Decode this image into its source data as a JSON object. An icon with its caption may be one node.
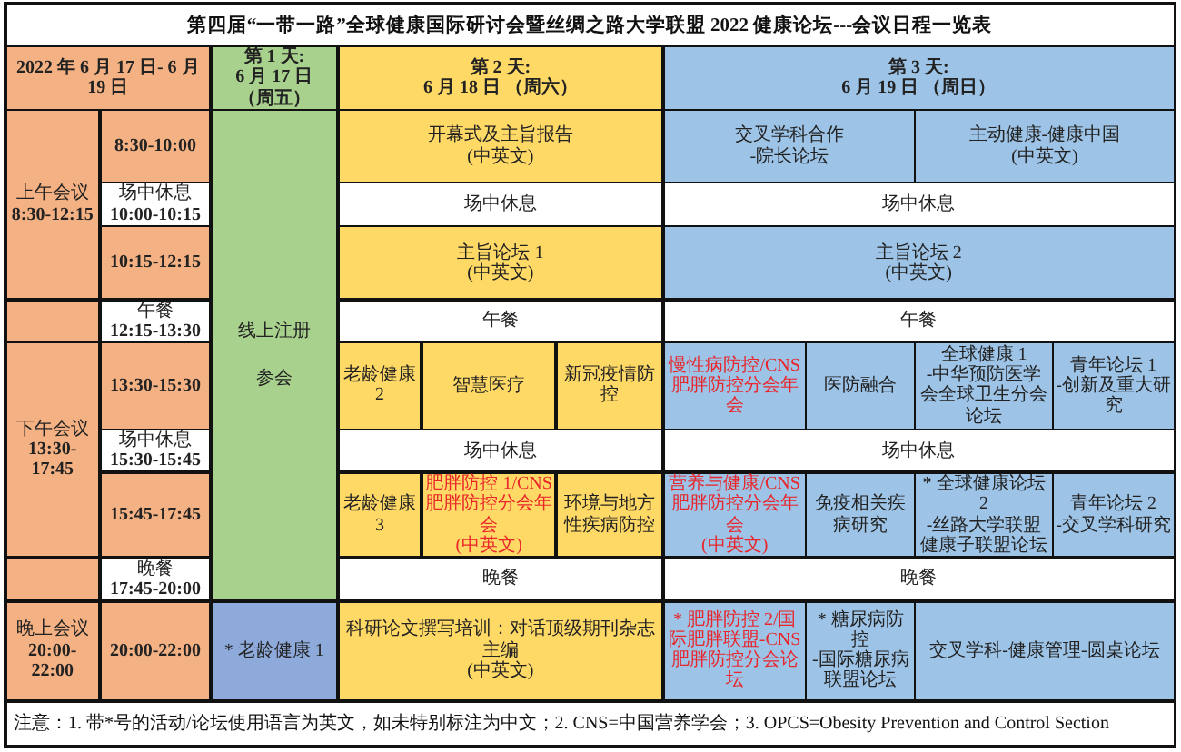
{
  "diagram": {
    "title": "第四届“一带一路”全球健康国际研讨会暨丝绸之路大学联盟 2022 健康论坛---会议日程一览表",
    "nodes": [
      {
        "text": [
          "2022 年 6 月 17 日- 6 月 19 日"
        ]
      },
      {
        "text": [
          "第 1 天:",
          "6 月 17 日",
          "（周五）"
        ]
      },
      {
        "text": [
          "第 2 天:",
          "6 月 18 日 （周六）"
        ]
      },
      {
        "text": [
          "第 3 天:",
          "6 月 19 日 （周日）"
        ]
      },
      {
        "text": [
          "上午会议",
          "8:30-12:15"
        ]
      },
      {
        "text": [
          "8:30-10:00"
        ]
      },
      {
        "text": [
          "线上注册",
          "参会"
        ]
      },
      {
        "text": [
          "开幕式及主旨报告",
          "(中英文)"
        ]
      },
      {
        "text": [
          "交叉学科合作",
          "-院长论坛"
        ]
      },
      {
        "text": [
          "主动健康-健康中国",
          "(中英文)"
        ]
      },
      {
        "text": [
          "场中休息",
          "10:00-10:15"
        ]
      },
      {
        "text": [
          "场中休息"
        ]
      },
      {
        "text": [
          "场中休息"
        ]
      },
      {
        "text": [
          "10:15-12:15"
        ]
      },
      {
        "text": [
          "主旨论坛 1",
          "(中英文)"
        ]
      },
      {
        "text": [
          "主旨论坛 2",
          "(中英文)"
        ]
      },
      {
        "text": [],
        "shape": "box"
      },
      {
        "text": [
          "午餐",
          "12:15-13:30"
        ]
      },
      {
        "text": [
          "午餐"
        ]
      },
      {
        "text": [
          "午餐"
        ]
      },
      {
        "text": [
          "下午会议",
          "13:30-17:45"
        ]
      },
      {
        "text": [
          "13:30-15:30"
        ]
      },
      {
        "text": [
          "老龄健康 2"
        ]
      },
      {
        "text": [
          "智慧医疗"
        ]
      },
      {
        "text": [
          "新冠疫情防控"
        ]
      },
      {
        "text": [
          "慢性病防控/CNS肥胖防控分会年会"
        ]
      },
      {
        "text": [
          "医防融合"
        ]
      },
      {
        "text": [
          "全球健康 1",
          "-中华预防医学会全球卫生分会论坛"
        ]
      },
      {
        "text": [
          "青年论坛 1",
          "-创新及重大研究"
        ]
      },
      {
        "text": [
          "场中休息",
          "15:30-15:45"
        ]
      },
      {
        "text": [
          "场中休息"
        ]
      },
      {
        "text": [
          "场中休息"
        ]
      },
      {
        "text": [
          "15:45-17:45"
        ]
      },
      {
        "text": [
          "老龄健康 3"
        ]
      },
      {
        "text": [
          "肥胖防控 1/CNS肥胖防控分会年会",
          "(中英文)"
        ]
      },
      {
        "text": [
          "环境与地方性疾病防控"
        ]
      },
      {
        "text": [
          "营养与健康/CNS肥胖防控分会年会",
          "(中英文)"
        ]
      },
      {
        "text": [
          "免疫相关疾病研究"
        ]
      },
      {
        "text": [
          "* 全球健康论坛 2",
          "-丝路大学联盟健康子联盟论坛"
        ]
      },
      {
        "text": [
          "青年论坛 2",
          "-交叉学科研究"
        ]
      },
      {
        "text": [],
        "shape": "box"
      },
      {
        "text": [
          "晚餐",
          "17:45-20:00"
        ]
      },
      {
        "text": [
          "晚餐"
        ]
      },
      {
        "text": [
          "晚餐"
        ]
      },
      {
        "text": [
          "晚上会议",
          "20:00-22:00"
        ]
      },
      {
        "text": [
          "20:00-22:00"
        ]
      },
      {
        "text": [
          "* 老龄健康 1"
        ]
      },
      {
        "text": [
          "科研论文撰写培训：对话顶级期刊杂志主编",
          "(中英文)"
        ]
      },
      {
        "text": [
          "* 肥胖防控 2/国际肥胖联盟-CNS肥胖防控分会论坛"
        ]
      },
      {
        "text": [
          "* 糖尿病防控",
          "-国际糖尿病联盟论坛"
        ]
      },
      {
        "text": [
          "交叉学科-健康管理-圆桌论坛"
        ]
      }
    ],
    "caption": "注意：1. 带*号的活动/论坛使用语言为英文，如未特别标注为中文；2. CNS=中国营养学会；3. OPCS=Obesity Prevention and Control Section"
  }
}
